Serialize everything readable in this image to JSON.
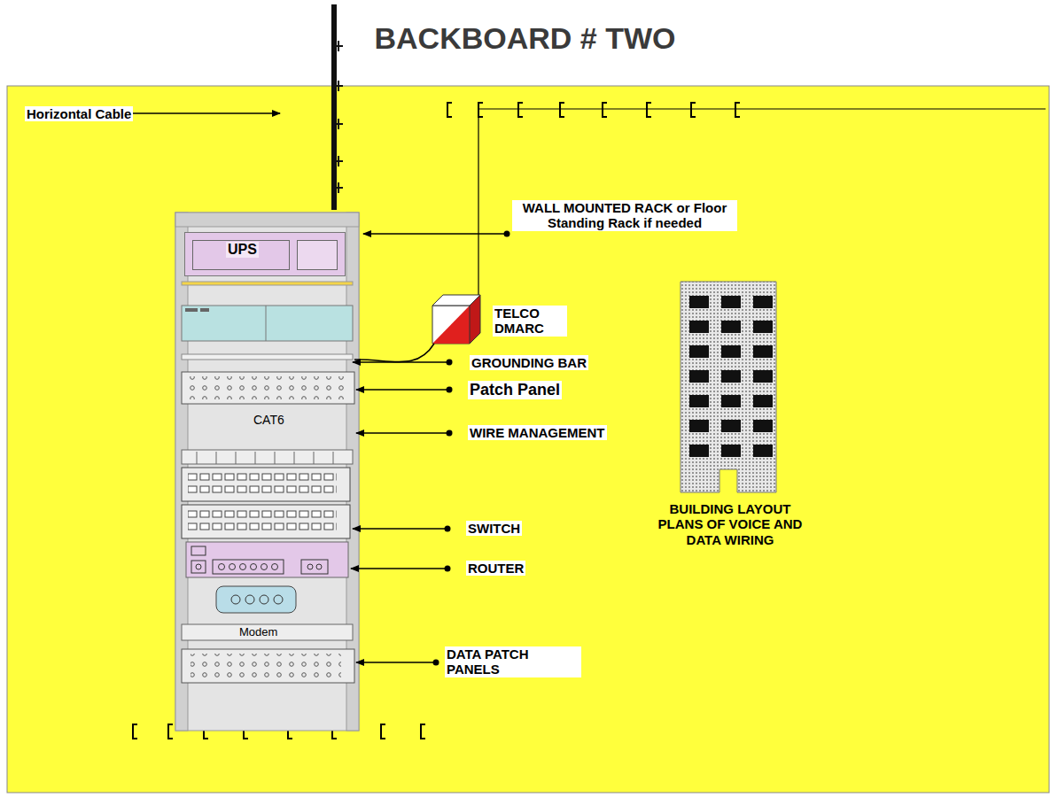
{
  "diagram": {
    "title": "BACKBOARD # TWO",
    "nodes": [
      {
        "text": [
          "UPS"
        ]
      }
    ],
    "labels": [
      "Horizontal Cable",
      "WALL MOUNTED RACK or Floor Standing Rack if needed",
      "TELCO DMARC",
      "GROUNDING BAR",
      "Patch Panel",
      "CAT6",
      "WIRE MANAGEMENT",
      "SWITCH",
      "ROUTER",
      "Modem",
      "DATA PATCH PANELS",
      "BUILDING LAYOUT PLANS OF VOICE AND DATA WIRING"
    ]
  }
}
